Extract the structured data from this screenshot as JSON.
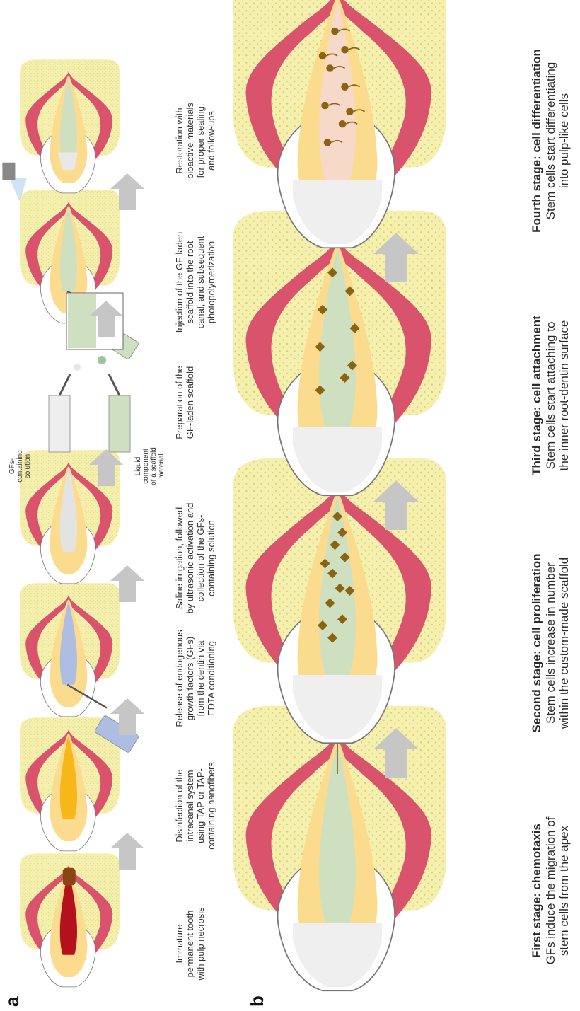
{
  "colors": {
    "gum": "#d9536d",
    "bone": "#f6f0ae",
    "dentin": "#fbdc8e",
    "enamel": "#ffffff",
    "pulp_green": "#cfe0c0",
    "arrow": "#c6c6c6",
    "cell": "#8a6413",
    "necrosis": "#b3121c",
    "edta_blue": "#aebee3",
    "tap_orange": "#f7b719"
  },
  "panel_a": {
    "label": "a",
    "steps": [
      {
        "caption": [
          "Immature",
          "permanent tooth",
          "with pulp necrosis"
        ]
      },
      {
        "caption": [
          "Disinfection of the",
          "intracanal system",
          "using TAP or TAP-",
          "containing nanofibers"
        ]
      },
      {
        "caption": [
          "Release of endogenous",
          "growth factors (GFs)",
          "from the dentin via",
          "EDTA conditioning"
        ]
      },
      {
        "caption": [
          "Saline irrigation, followed",
          "by ultrasonic activation and",
          "collection of the GFs-",
          "containing solution"
        ]
      },
      {
        "caption": [
          "Preparation of the",
          "GF-laden scaffold"
        ],
        "label_left": [
          "GFs-",
          "containing",
          "solution"
        ],
        "label_right": [
          "Liquid",
          "component",
          "of a scaffold",
          "material"
        ]
      },
      {
        "caption": [
          "Injection of the GF-laden",
          "scaffold into the root",
          "canal, and subsequent",
          "photopolymerization"
        ]
      },
      {
        "caption": [
          "Restoration with",
          "bioactive materials",
          "for proper sealing,",
          "and follow-ups"
        ]
      }
    ]
  },
  "panel_b": {
    "label": "b",
    "stages": [
      {
        "title": "First stage: chemotaxis",
        "desc": [
          "GFs induce the migration of",
          "stem cells from the apex"
        ]
      },
      {
        "title": "Second stage: cell proliferation",
        "desc": [
          "Stem cells increase in number",
          "within the custom-made scaffold"
        ]
      },
      {
        "title": "Third stage: cell attachment",
        "desc": [
          "Stem cells start attaching to",
          "the inner root-dentin surface"
        ]
      },
      {
        "title": "Fourth stage: cell differentiation",
        "desc": [
          "Stem cells start differentiating",
          "into pulp-like cells"
        ]
      }
    ]
  }
}
